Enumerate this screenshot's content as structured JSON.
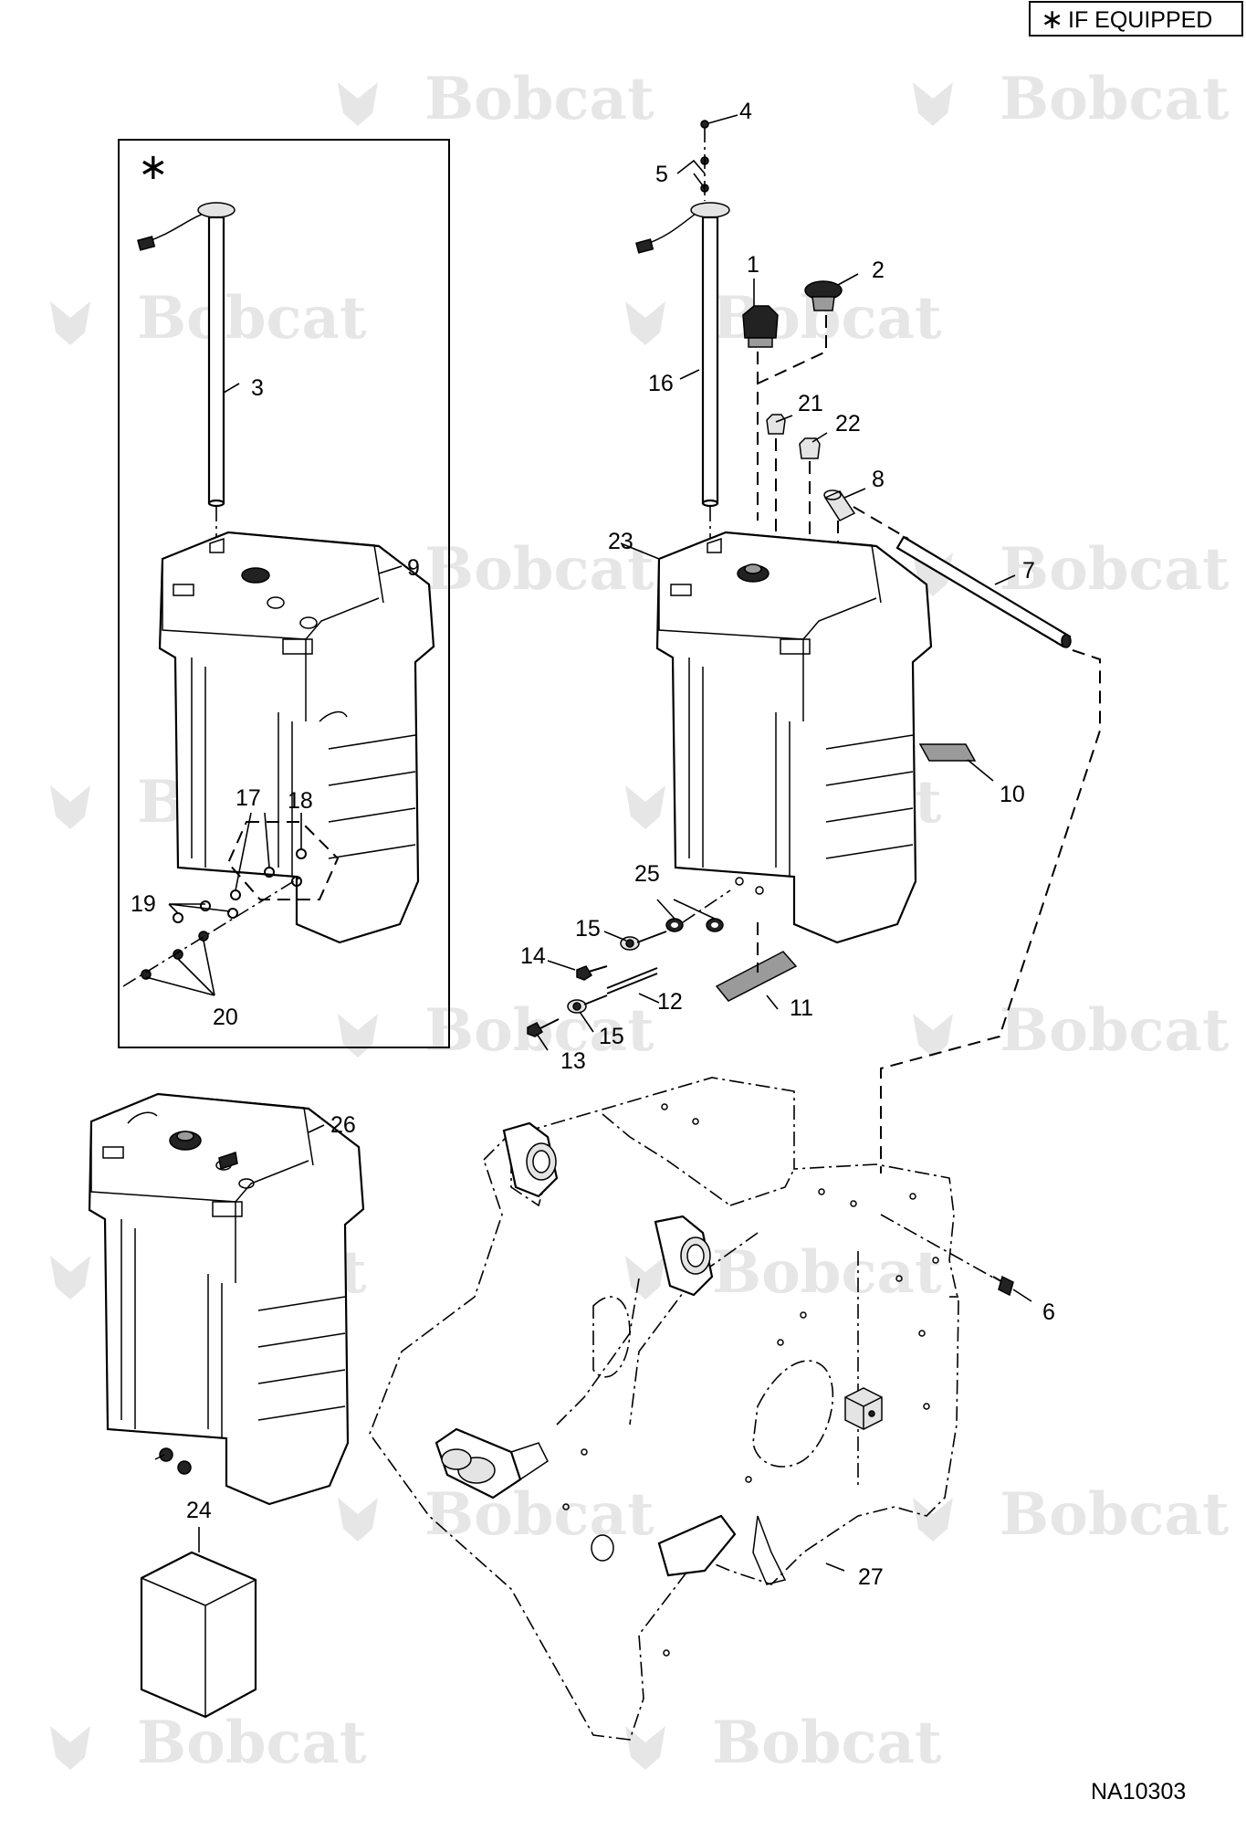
{
  "header": {
    "note_marker": "∗",
    "note_label": "IF EQUIPPED"
  },
  "figure_id": "NA10303",
  "optional_marker": "∗",
  "watermark": "Bobcat",
  "callouts": {
    "c1": "1",
    "c2": "2",
    "c3": "3",
    "c4": "4",
    "c5": "5",
    "c6": "6",
    "c7": "7",
    "c8": "8",
    "c9": "9",
    "c10": "10",
    "c11": "11",
    "c12": "12",
    "c13": "13",
    "c14": "14",
    "c15a": "15",
    "c15b": "15",
    "c16": "16",
    "c17": "17",
    "c18": "18",
    "c19": "19",
    "c20": "20",
    "c21": "21",
    "c22": "22",
    "c23": "23",
    "c24": "24",
    "c25": "25",
    "c26": "26",
    "c27": "27"
  },
  "colors": {
    "line": "#000000",
    "watermark": "#c8c8c8",
    "background": "#ffffff"
  }
}
